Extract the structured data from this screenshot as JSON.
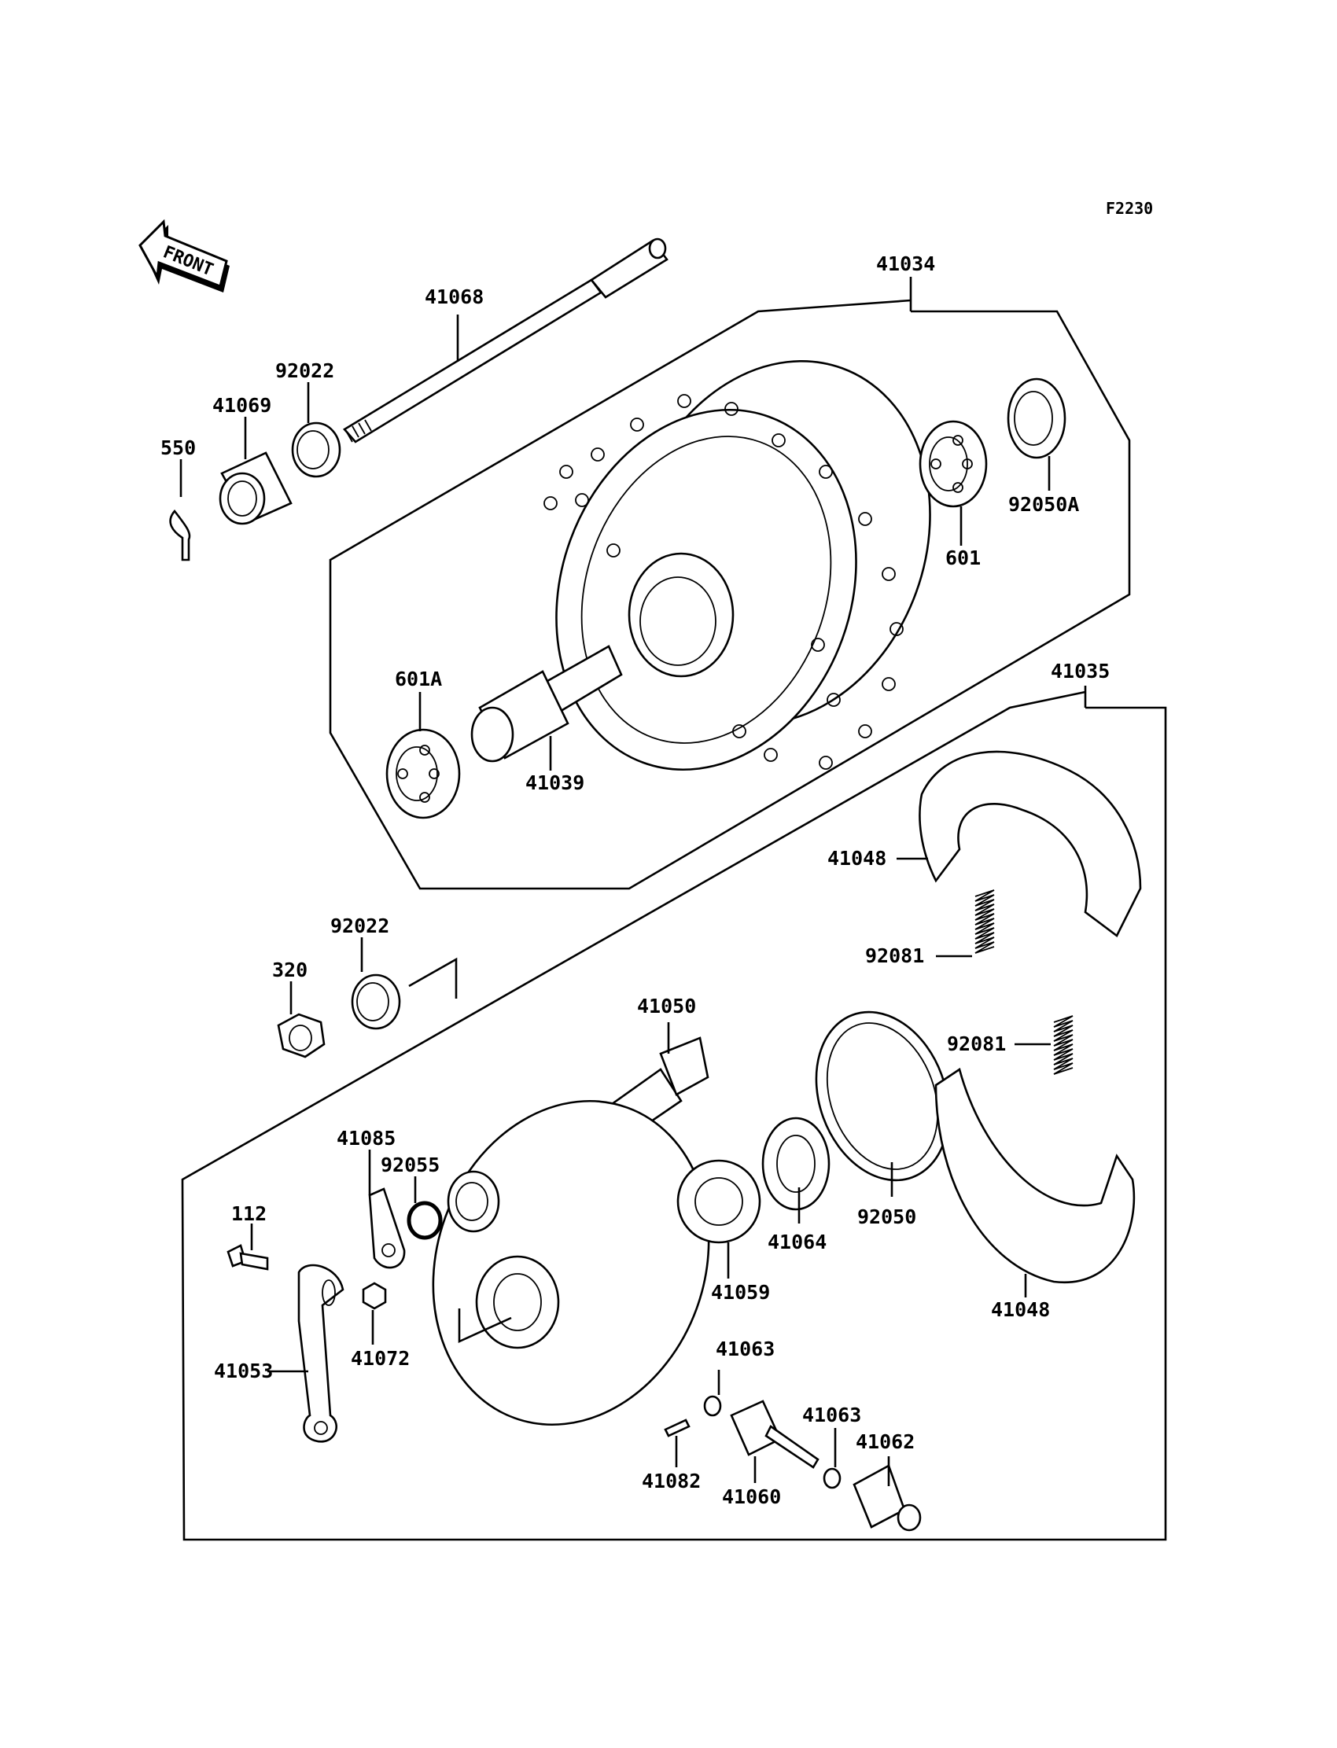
{
  "diagram_code": "F2230",
  "front_label": "FRONT",
  "labels": {
    "p41034": "41034",
    "p41068": "41068",
    "p92022_top": "92022",
    "p41069": "41069",
    "p550": "550",
    "p601": "601",
    "p92050A": "92050A",
    "p601A": "601A",
    "p41039": "41039",
    "p41035": "41035",
    "p41048_top": "41048",
    "p92081_left": "92081",
    "p92081_right": "92081",
    "p92022_mid": "92022",
    "p320": "320",
    "p41050": "41050",
    "p41085": "41085",
    "p92055": "92055",
    "p112": "112",
    "p41053": "41053",
    "p41072": "41072",
    "p41059": "41059",
    "p41064": "41064",
    "p92050": "92050",
    "p41048_bottom": "41048",
    "p41063_upper": "41063",
    "p41063_lower": "41063",
    "p41062": "41062",
    "p41082": "41082",
    "p41060": "41060"
  }
}
